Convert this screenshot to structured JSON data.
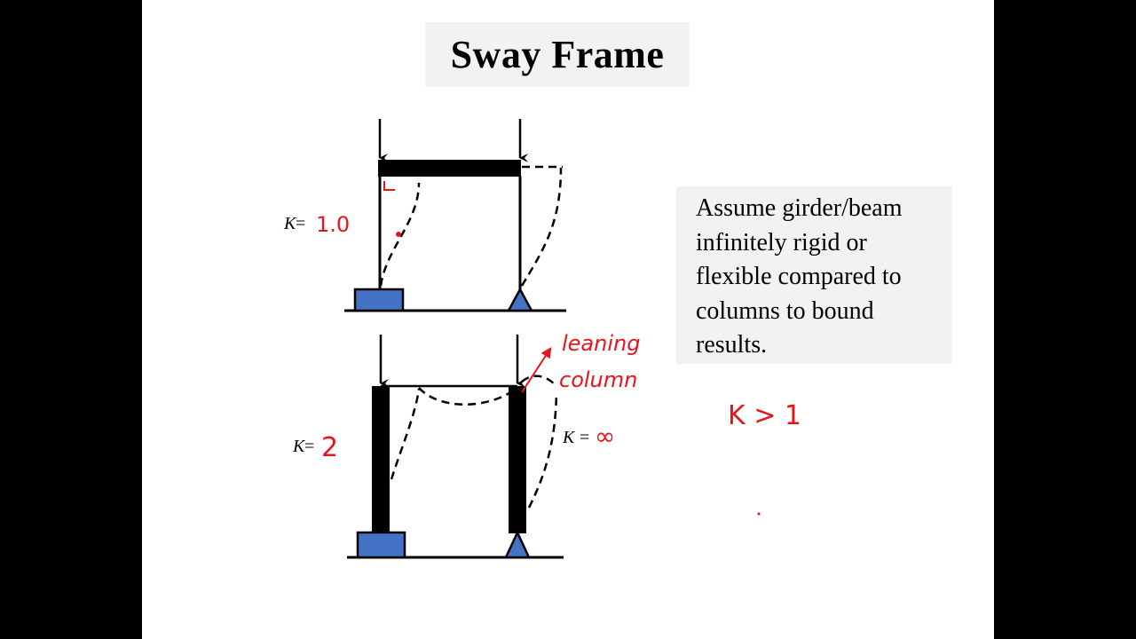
{
  "slide": {
    "title": "Sway Frame",
    "note": "Assume girder/beam infinitely rigid or flexible compared to columns to bound results.",
    "top_frame": {
      "k_label": "K",
      "k_eq": "=",
      "k_value_handwritten": "1.0"
    },
    "bottom_frame": {
      "k_left_label": "K",
      "k_left_eq": "=",
      "k_left_value_handwritten": "2",
      "k_right_label": "K",
      "k_right_eq": "=",
      "k_right_value_handwritten": "∞",
      "annotation_line1": "leaning",
      "annotation_line2": "column"
    },
    "side_note_handwritten": "K > 1"
  },
  "colors": {
    "background": "#000000",
    "slide": "#ffffff",
    "box": "#f2f2f2",
    "support_fill": "#4472c4",
    "ink_red": "#e8141c",
    "ink_black": "#000000"
  }
}
